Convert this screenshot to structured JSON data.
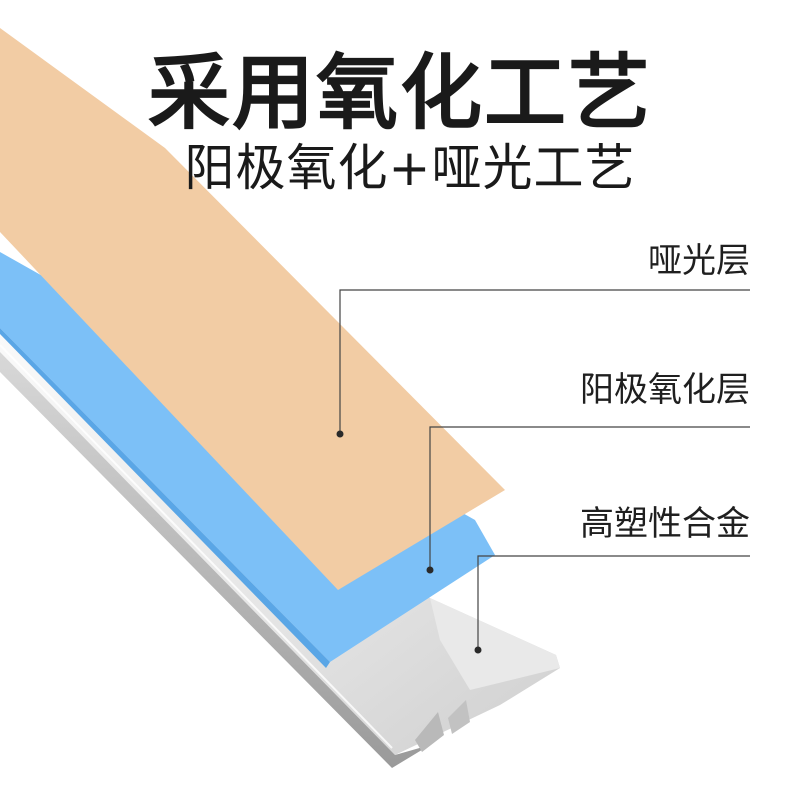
{
  "header": {
    "title": "采用氧化工艺",
    "subtitle": "阳极氧化+哑光工艺"
  },
  "layers": [
    {
      "label": "哑光层",
      "color": "#f2ccA4"
    },
    {
      "label": "阳极氧化层",
      "color": "#7cc0f7"
    },
    {
      "label": "高塑性合金",
      "color": "#f0f0f0"
    }
  ],
  "colors": {
    "text": "#1a1a1a",
    "leader_line": "#444444"
  }
}
